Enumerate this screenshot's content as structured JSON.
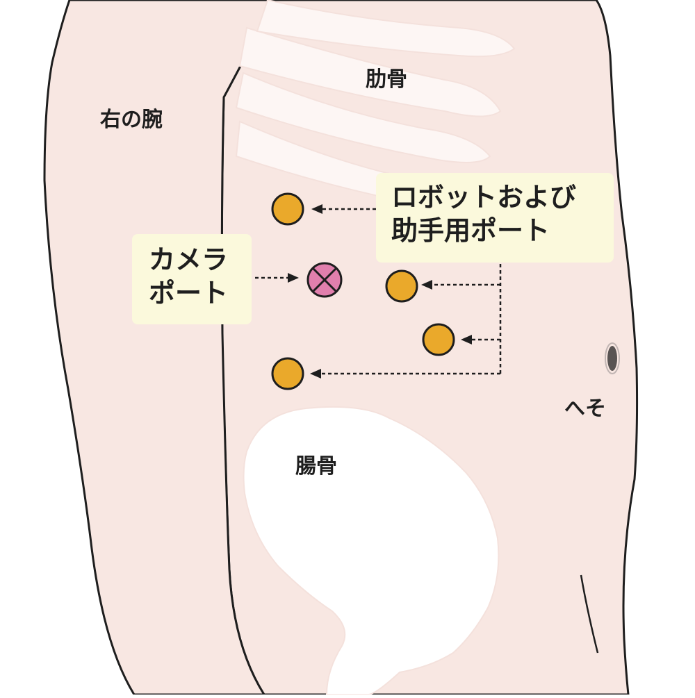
{
  "labels": {
    "right_arm": "右の腕",
    "ribs": "肋骨",
    "ilium": "腸骨",
    "navel": "へそ"
  },
  "callouts": {
    "camera_port": [
      "カメラ",
      "ポート"
    ],
    "robot_assist_ports": [
      "ロボットおよび",
      "助手用ポート"
    ]
  },
  "colors": {
    "skin": "#f8e7e2",
    "bone": "#ffffff",
    "outline": "#1e1e1e",
    "port_fill": "#eaa92b",
    "camera_port_fill": "#e17fad",
    "callout_bg": "#fbf9dc"
  },
  "markers": {
    "robot_port_count": 4,
    "camera_port_count": 1
  }
}
